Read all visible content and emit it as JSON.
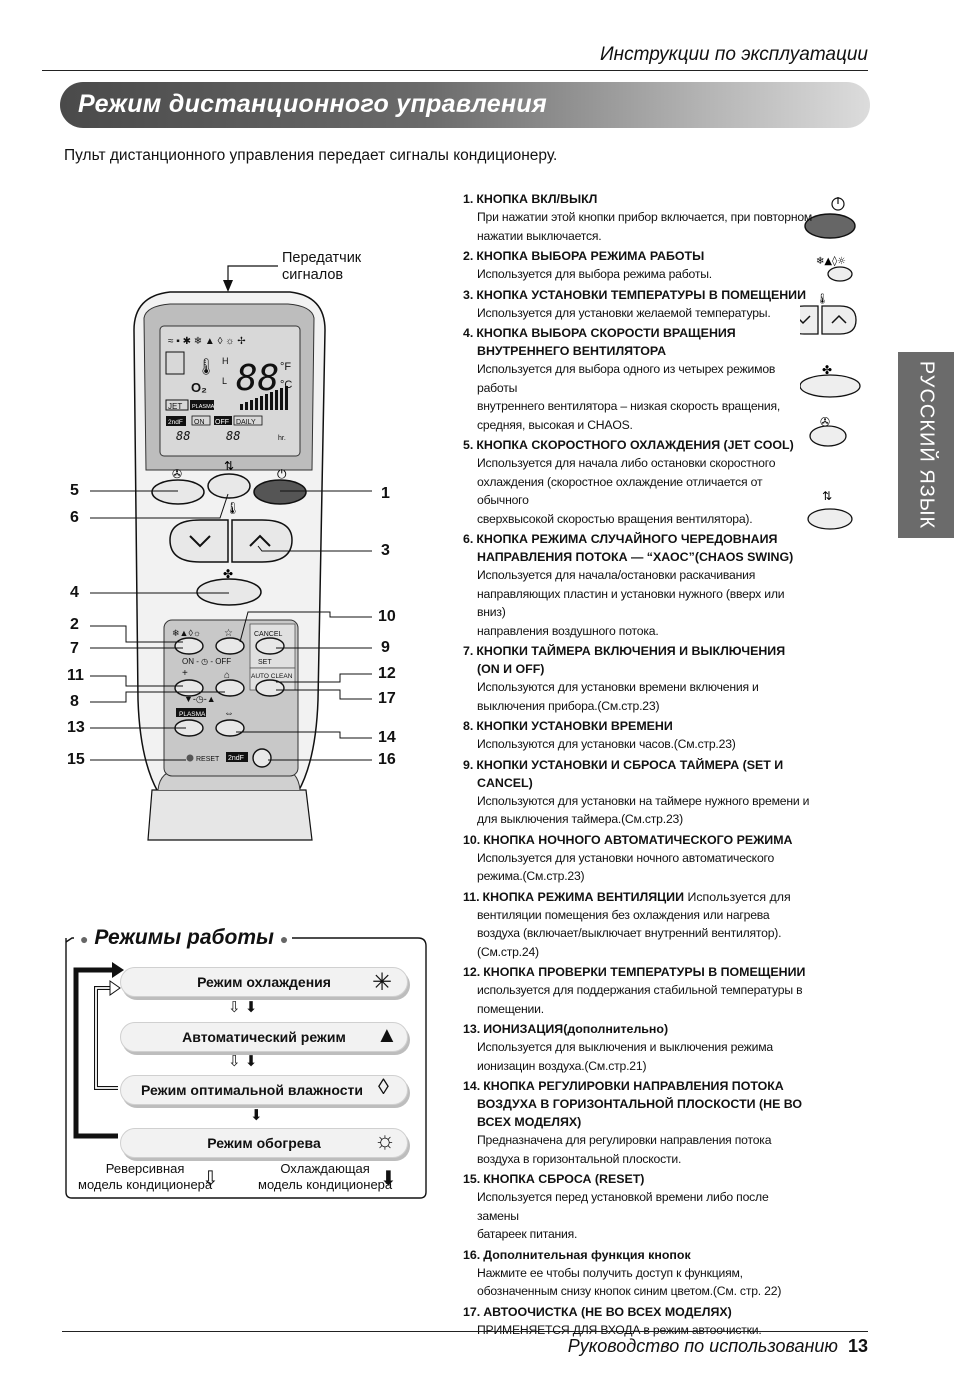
{
  "header": {
    "title": "Инструкции по эксплуатации"
  },
  "banner": {
    "title": "Режим дистанционного управления"
  },
  "intro": "Пульт дистанционного управления передает сигналы кондиционеру.",
  "side_tab": "РУССКИЙ ЯЗЫК",
  "remote": {
    "transmitter_label_1": "Передатчик",
    "transmitter_label_2": "сигналов",
    "display": {
      "digits": "88",
      "unit_f": "°F",
      "unit_c": "°C",
      "jet": "JET",
      "plasma": "PLASMA",
      "on": "ON",
      "off": "OFF",
      "daily": "DAILY",
      "hr": "hr.",
      "time1": "88",
      "time2": "88",
      "o2": "O₂",
      "h": "H",
      "l": "L",
      "twof": "2ndF"
    },
    "panel": {
      "cancel": "CANCEL",
      "set": "SET",
      "on_off": "ON - ◷ - OFF",
      "auto_clean": "AUTO CLEAN",
      "plasma": "PLASMA",
      "reset": "RESET",
      "twof": "2ndF"
    },
    "callouts_left": [
      "5",
      "6",
      "4",
      "2",
      "7",
      "11",
      "8",
      "13",
      "15"
    ],
    "callouts_right": [
      "1",
      "3",
      "10",
      "9",
      "12",
      "17",
      "14",
      "16"
    ]
  },
  "items": [
    {
      "n": "1.",
      "title": "КНОПКА ВКЛ/ВЫКЛ",
      "title2": "",
      "desc": [
        "При нажатии этой кнопки прибор включается, при повторном",
        "нажатии выключается."
      ]
    },
    {
      "n": "2.",
      "title": "КНОПКА ВЫБОРА РЕЖИМА РАБОТЫ",
      "title2": "",
      "desc": [
        "Используется для выбора режима работы."
      ]
    },
    {
      "n": "3.",
      "title": "КНОПКА УСТАНОВКИ ТЕМПЕРАТУРЫ В ПОМЕЩЕНИИ",
      "title2": "",
      "desc": [
        "Используется для установки желаемой температуры."
      ]
    },
    {
      "n": "4.",
      "title": "КНОПКА ВЫБОРА СКОРОСТИ ВРАЩЕНИЯ",
      "title2": "ВНУТРЕННЕГО ВЕНТИЛЯТОРА",
      "desc": [
        "Используется для выбора одного из четырех режимов работы",
        "внутреннего вентилятора – низкая скорость вращения,",
        "средняя, высокая и CHAOS."
      ]
    },
    {
      "n": "5.",
      "title": "КНОПКА СКОРОСТНОГО ОХЛАЖДЕНИЯ (JET COOL)",
      "title2": "",
      "desc": [
        "Используется для начала либо остановки скоростного",
        "охлаждения (скоростное охлаждение отличается от обычного",
        "сверхвысокой скоростью вращения вентилятора)."
      ]
    },
    {
      "n": "6.",
      "title": "КНОПКА РЕЖИМА СЛУЧАЙНОГО ЧЕРЕДОВНАИЯ",
      "title2": "НАПРАВЛЕНИЯ  ПОТОКА — “ХАОС”(CHAOS SWING)",
      "desc": [
        "Используется для начала/остановки раскачивания",
        "направляющих пластин и установки нужного (вверх или вниз)",
        "направления воздушного потока."
      ]
    },
    {
      "n": "7.",
      "title": "КНОПКИ ТАЙМЕРА ВКЛЮЧЕНИЯ И ВЫКЛЮЧЕНИЯ",
      "title2": "(ON И OFF)",
      "desc": [
        "Используются для установки времени включения и",
        "выключения прибора.(См.стр.23)"
      ]
    },
    {
      "n": "8.",
      "title": "КНОПКИ УСТАНОВКИ ВРЕМЕНИ",
      "title2": "",
      "desc": [
        "Используются для установки часов.(См.стр.23)"
      ]
    },
    {
      "n": "9.",
      "title": "КНОПКИ УСТАНОВКИ И СБРОСА ТАЙМЕРА (SET И",
      "title2": "CANCEL)",
      "desc": [
        "Используются для установки на таймере нужного времени и",
        "для выключения таймера.(См.стр.23)"
      ]
    },
    {
      "n": "10.",
      "title": "КНОПКА НОЧНОГО АВТОМАТИЧЕСКОГО РЕЖИМА",
      "title2": "",
      "desc": [
        "Используется для установки ночного автоматического",
        "режима.(См.стр.23)"
      ]
    },
    {
      "n": "11.",
      "title": "КНОПКА РЕЖИМА ВЕНТИЛЯЦИИ",
      "title_tail": " Используется для",
      "title2": "",
      "desc": [
        "вентиляции помещения без охлаждения или нагрева",
        "воздуха (включает/выключает внутренний вентилятор).",
        "(См.стр.24)"
      ]
    },
    {
      "n": "12.",
      "title": "КНОПКА ПРОВЕРКИ ТЕМПЕРАТУРЫ В ПОМЕЩЕНИИ",
      "title2": "",
      "desc": [
        "используется для поддержания стабильной температуры в",
        "помещении."
      ]
    },
    {
      "n": "13.",
      "title": "ИОНИЗАЦИЯ(дополнительно)",
      "title2": "",
      "desc": [
        "Используется для выключения и выключения режима",
        "ионизацин воздуха.(См.стр.21)"
      ]
    },
    {
      "n": "14.",
      "title": "КНОПКА РЕГУЛИРОВКИ НАПРАВЛЕНИЯ ПОТОКА",
      "title2": "ВОЗДУХА В ГОРИЗОНТАЛЬНОЙ ПЛОСКОСТИ (НЕ ВО",
      "title3": "ВСЕХ МОДЕЛЯХ)",
      "desc": [
        "Предназначена для регулировки направления потока",
        "воздуха в горизонтальной плоскости."
      ]
    },
    {
      "n": "15.",
      "title": "КНОПКА СБРОСА (RESET)",
      "title2": "",
      "desc": [
        "Используется перед установкой времени либо после замены",
        "батареек питания."
      ]
    },
    {
      "n": "16.",
      "title": "Дополнительная функция кнопок",
      "title2": "",
      "desc": [
        "Нажмите ее чтобы получить доступ к функциям,",
        "обозначенным снизу кнопок синим цветом.(См. стр. 22)"
      ]
    },
    {
      "n": "17.",
      "title": "АВТООЧИСТКА (НЕ ВО ВСЕХ МОДЕЛЯХ)",
      "title2": "",
      "desc": [
        "ПРИМЕНЯЕТСЯ ДЛЯ ВХОДА в режим автоочистки."
      ]
    }
  ],
  "modes": {
    "title": "Режимы работы",
    "cooling": "Режим охлаждения",
    "auto": "Автоматический режим",
    "dry": "Режим  оптимальной влажности",
    "heating": "Режим обогрева",
    "legend_reverse_1": "Реверсивная",
    "legend_reverse_2": "модель кондиционера",
    "legend_cool_1": "Охлаждающая",
    "legend_cool_2": "модель кондиционера"
  },
  "footer": {
    "text": "Руководство по использованию",
    "page": "13"
  }
}
